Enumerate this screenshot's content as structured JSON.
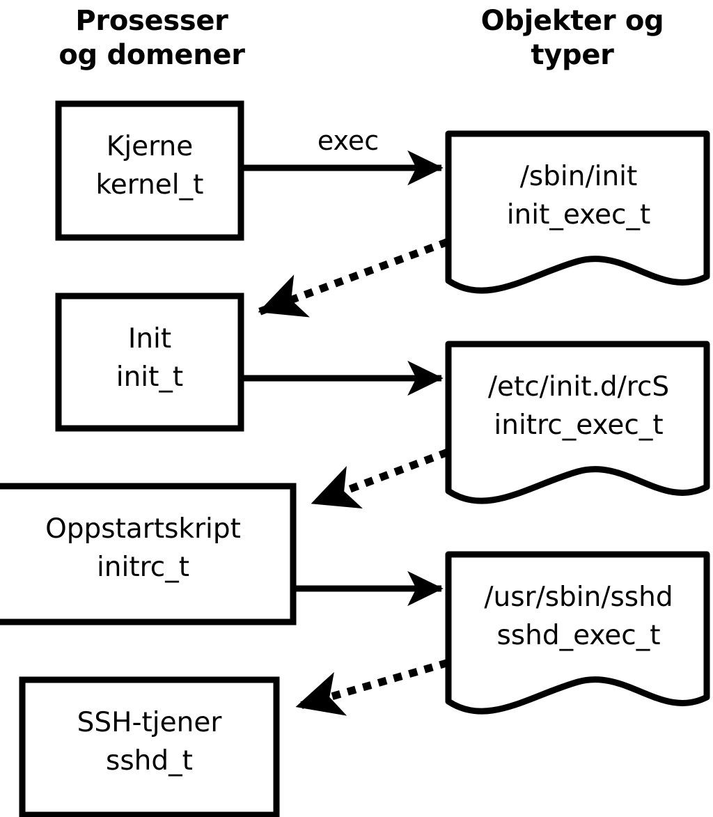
{
  "diagram": {
    "title_left": "Prosesser\nog domener",
    "title_right": "Objekter og\ntyper",
    "stroke_color": "#000000",
    "background_color": "#ffffff",
    "process_nodes": [
      {
        "id": "kernel",
        "name": "Kjerne",
        "type": "kernel_t"
      },
      {
        "id": "init",
        "name": "Init",
        "type": "init_t"
      },
      {
        "id": "initrc",
        "name": "Oppstartskript",
        "type": "initrc_t"
      },
      {
        "id": "sshd",
        "name": "SSH-tjener",
        "type": "sshd_t"
      }
    ],
    "object_nodes": [
      {
        "id": "init_exec",
        "path": "/sbin/init",
        "type": "init_exec_t"
      },
      {
        "id": "initrc_exec",
        "path": "/etc/init.d/rcS",
        "type": "initrc_exec_t"
      },
      {
        "id": "sshd_exec",
        "path": "/usr/sbin/sshd",
        "type": "sshd_exec_t"
      }
    ],
    "edges": [
      {
        "from": "kernel",
        "to": "init_exec",
        "label": "exec",
        "style": "solid"
      },
      {
        "from": "init_exec",
        "to": "init",
        "label": "",
        "style": "dotted"
      },
      {
        "from": "init",
        "to": "initrc_exec",
        "label": "",
        "style": "solid"
      },
      {
        "from": "initrc_exec",
        "to": "initrc",
        "label": "",
        "style": "dotted"
      },
      {
        "from": "initrc",
        "to": "sshd_exec",
        "label": "",
        "style": "solid"
      },
      {
        "from": "sshd_exec",
        "to": "sshd",
        "label": "",
        "style": "dotted"
      }
    ],
    "labels": {
      "kernel_text": "Kjerne\nkernel_t",
      "init_text": "Init\ninit_t",
      "initrc_text": "Oppstartskript\ninitrc_t",
      "sshd_text": "SSH-tjener\nsshd_t",
      "init_exec_text": "/sbin/init\ninit_exec_t",
      "initrc_exec_text": "/etc/init.d/rcS\ninitrc_exec_t",
      "sshd_exec_text": "/usr/sbin/sshd\nsshd_exec_t",
      "exec_edge": "exec"
    }
  }
}
